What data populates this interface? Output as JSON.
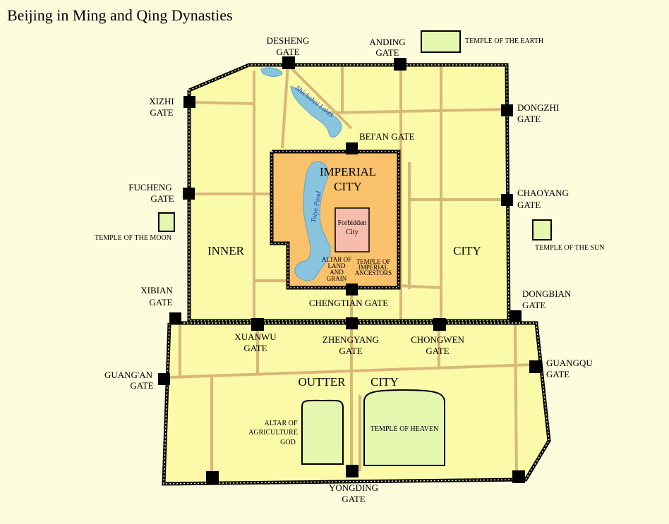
{
  "title": "Beijing in Ming and Qing Dynasties",
  "colors": {
    "background": "#fdfcdc",
    "city_fill": "#fafaa8",
    "imperial_city_fill": "#f8c16a",
    "forbidden_city_fill": "#f6bcae",
    "water": "#89c4df",
    "park_fill": "#e6f7b0",
    "road": "#d9b77b",
    "wall": "#000000"
  },
  "districts": {
    "inner_city_left": "INNER",
    "inner_city_right": "CITY",
    "imperial_city_line1": "IMPERIAL",
    "imperial_city_line2": "CITY",
    "forbidden_city_line1": "Forbidden",
    "forbidden_city_line2": "City",
    "outer_city_left": "OUTTER",
    "outer_city_right": "CITY"
  },
  "water": {
    "lakes": "Shichahai Lakes",
    "pond": "Taiye Pond"
  },
  "gates": {
    "desheng": [
      "DESHENG",
      "GATE"
    ],
    "anding": [
      "ANDING",
      "GATE"
    ],
    "xizhi": [
      "XIZHI",
      "GATE"
    ],
    "dongzhi": [
      "DONGZHI",
      "GATE"
    ],
    "beian": "BEI'AN GATE",
    "fucheng": [
      "FUCHENG",
      "GATE"
    ],
    "chaoyang": [
      "CHAOYANG",
      "GATE"
    ],
    "xibian": [
      "XIBIAN",
      "GATE"
    ],
    "dongbian": [
      "DONGBIAN",
      "GATE"
    ],
    "chengtian": "CHENGTIAN GATE",
    "xuanwu": [
      "XUANWU",
      "GATE"
    ],
    "zhengyang": [
      "ZHENGYANG",
      "GATE"
    ],
    "chongwen": [
      "CHONGWEN",
      "GATE"
    ],
    "guangan": [
      "GUANG'AN",
      "GATE"
    ],
    "guangqu": [
      "GUANGQU",
      "GATE"
    ],
    "yongding": [
      "YONGDING",
      "GATE"
    ]
  },
  "sites": {
    "temple_earth": "TEMPLE OF THE EARTH",
    "temple_moon": "TEMPLE OF THE MOON",
    "temple_sun": "TEMPLE OF THE SUN",
    "temple_heaven": "TEMPLE OF HEAVEN",
    "altar_agriculture": [
      "ALTAR OF",
      "AGRICULTURE",
      "GOD"
    ],
    "altar_land": [
      "ALTAR OF",
      "LAND",
      "AND",
      "GRAIN"
    ],
    "temple_ancestors": [
      "TEMPLE OF",
      "IMPERIAL",
      "ANCESTORS"
    ]
  }
}
